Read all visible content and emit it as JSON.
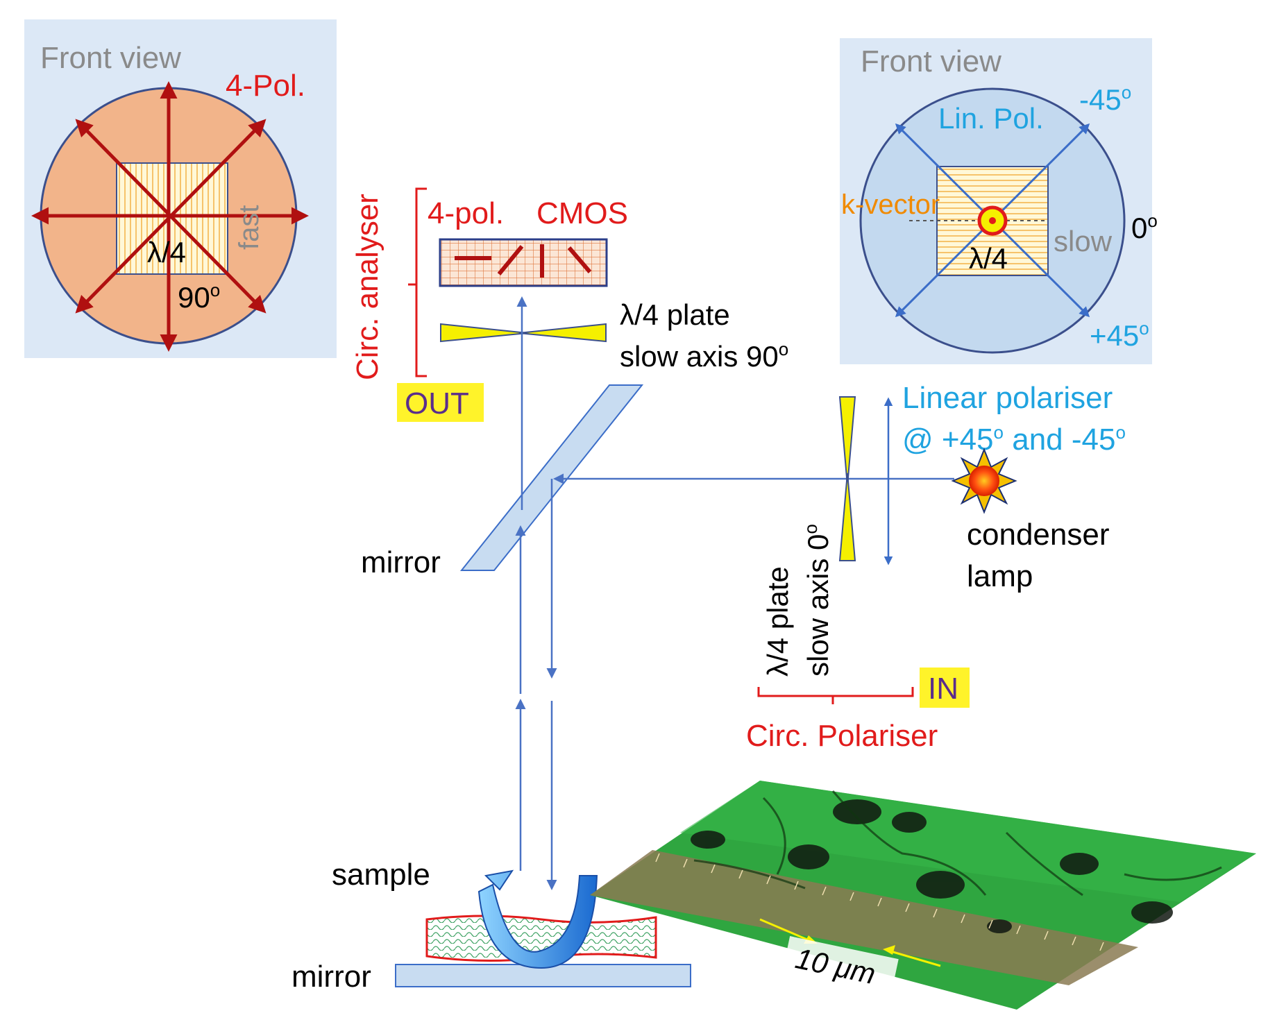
{
  "left_inset": {
    "title": "Front view",
    "pol_label": "4-Pol.",
    "fast_label": "fast",
    "plate_label": "λ/4",
    "angle_label": "90",
    "angle_sup": "o"
  },
  "right_inset": {
    "title": "Front view",
    "lin_pol_label": "Lin. Pol.",
    "k_vector_label": "k-vector",
    "slow_label": "slow",
    "plate_label": "λ/4",
    "angle_m45": "-45",
    "angle_0": "0",
    "angle_p45": "+45",
    "angle_sup": "o"
  },
  "analyser": {
    "bracket_label": "Circ. analyser",
    "pol_label": "4-pol.",
    "cmos_label": "CMOS",
    "out_label": "OUT",
    "plate_line1": "λ/4 plate",
    "plate_line2": "slow axis 90",
    "plate_sup": "o"
  },
  "polariser": {
    "linear_line1": "Linear polariser",
    "linear_line2a": "@ +45",
    "linear_line2b": " and -45",
    "sup": "o",
    "plate_line1": "λ/4 plate",
    "plate_line2": "slow axis 0",
    "bracket_label": "Circ. Polariser",
    "in_label": "IN",
    "condenser_line1": "condenser",
    "condenser_line2": "lamp"
  },
  "labels": {
    "mirror_upper": "mirror",
    "sample": "sample",
    "mirror_lower": "mirror",
    "scale": "10 μm"
  },
  "colors": {
    "inset_bg": "#dce8f6",
    "peach": "#f2b48a",
    "light_blue_disc": "#c3d9ef",
    "dark_blue": "#3b4f8c",
    "red": "#e11b1b",
    "dark_red": "#b01010",
    "cyan": "#1fa3e0",
    "gray": "#808080",
    "yellow": "#f5f000",
    "beam": "#4a72c4",
    "highlight": "#fff32a",
    "purple": "#5a2d8c",
    "mirror_fill": "#c8dcf1",
    "orange": "#f08a00"
  }
}
